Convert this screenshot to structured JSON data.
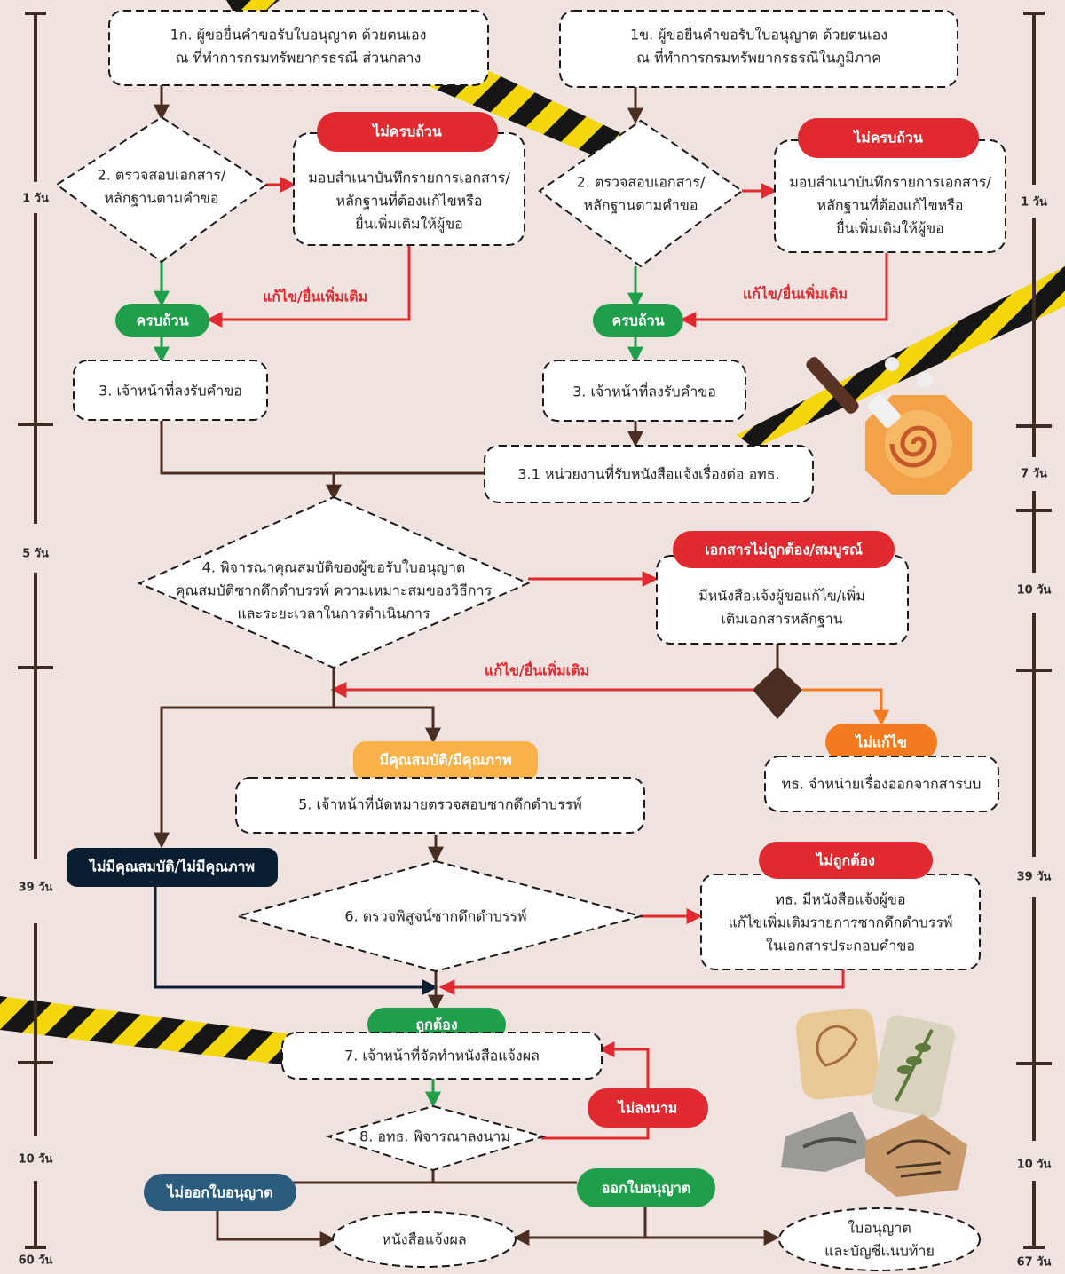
{
  "colors": {
    "background": "#efe2df",
    "brown": "#4a2e22",
    "red": "#e02a2f",
    "green": "#1f9f4a",
    "navy": "#0b1f33",
    "steel": "#2b5b7d",
    "orange": "#f47a20",
    "peach": "#f9b24a"
  },
  "steps": {
    "s1a": [
      "1ก. ผู้ขอยื่นคำขอรับใบอนุญาต ด้วยตนเอง",
      "ณ ที่ทำการกรมทรัพยากรธรณี ส่วนกลาง"
    ],
    "s1b": [
      "1ข. ผู้ขอยื่นคำขอรับใบอนุญาต ด้วยตนเอง",
      "ณ ที่ทำการกรมทรัพยากรธรณีในภูมิภาค"
    ],
    "s2a": [
      "2. ตรวจสอบเอกสาร/",
      "หลักฐานตามคำขอ"
    ],
    "s2b": [
      "2. ตรวจสอบเอกสาร/",
      "หลักฐานตามคำขอ"
    ],
    "memo_a": [
      "มอบสำเนาบันทึกรายการเอกสาร/",
      "หลักฐานที่ต้องแก้ไขหรือ",
      "ยื่นเพิ่มเติมให้ผู้ขอ"
    ],
    "memo_b": [
      "มอบสำเนาบันทึกรายการเอกสาร/",
      "หลักฐานที่ต้องแก้ไขหรือ",
      "ยื่นเพิ่มเติมให้ผู้ขอ"
    ],
    "s3a": "3. เจ้าหน้าที่ลงรับคำขอ",
    "s3b": "3. เจ้าหน้าที่ลงรับคำขอ",
    "s31": "3.1 หน่วยงานที่รับหนังสือแจ้งเรื่องต่อ อทธ.",
    "s4": [
      "4. พิจารณาคุณสมบัติของผู้ขอรับใบอนุญาต",
      "คุณสมบัติซากดึกดำบรรพ์ ความเหมาะสมของวิธีการ",
      "และระยะเวลาในการดำเนินการ"
    ],
    "notify_fix": [
      "มีหนังสือแจ้งผู้ขอแก้ไข/เพิ่ม",
      "เติมเอกสารหลักฐาน"
    ],
    "dismiss": "ทธ. จำหน่ายเรื่องออกจากสารบบ",
    "s5": "5. เจ้าหน้าที่นัดหมายตรวจสอบซากดึกดำบรรพ์",
    "s6": "6. ตรวจพิสูจน์ซากดึกดำบรรพ์",
    "notify6": [
      "ทธ. มีหนังสือแจ้งผู้ขอ",
      "แก้ไขเพิ่มเติมรายการซากดึกดำบรรพ์",
      "ในเอกสารประกอบคำขอ"
    ],
    "s7": "7. เจ้าหน้าที่จัดทำหนังสือแจ้งผล",
    "s8": "8. อทธ. พิจารณาลงนาม",
    "result_letter": "หนังสือแจ้งผล",
    "license": [
      "ใบอนุญาต",
      "และบัญชีแนบท้าย"
    ]
  },
  "labels": {
    "incomplete": "ไม่ครบถ้วน",
    "complete": "ครบถ้วน",
    "fix_submit": "แก้ไข/ยื่นเพิ่มเติม",
    "docs_invalid": "เอกสารไม่ถูกต้อง/สมบูรณ์",
    "not_fixed": "ไม่แก้ไข",
    "qualified": "มีคุณสมบัติ/มีคุณภาพ",
    "unqualified": "ไม่มีคุณสมบัติ/ไม่มีคุณภาพ",
    "incorrect": "ไม่ถูกต้อง",
    "correct": "ถูกต้อง",
    "not_signed": "ไม่ลงนาม",
    "no_license": "ไม่ออกใบอนุญาต",
    "issue_license": "ออกใบอนุญาต"
  },
  "timeline_left": [
    "1 วัน",
    "5 วัน",
    "39 วัน",
    "10 วัน",
    "60 วัน"
  ],
  "timeline_right": [
    "1 วัน",
    "7 วัน",
    "10 วัน",
    "39 วัน",
    "10 วัน",
    "67 วัน"
  ]
}
